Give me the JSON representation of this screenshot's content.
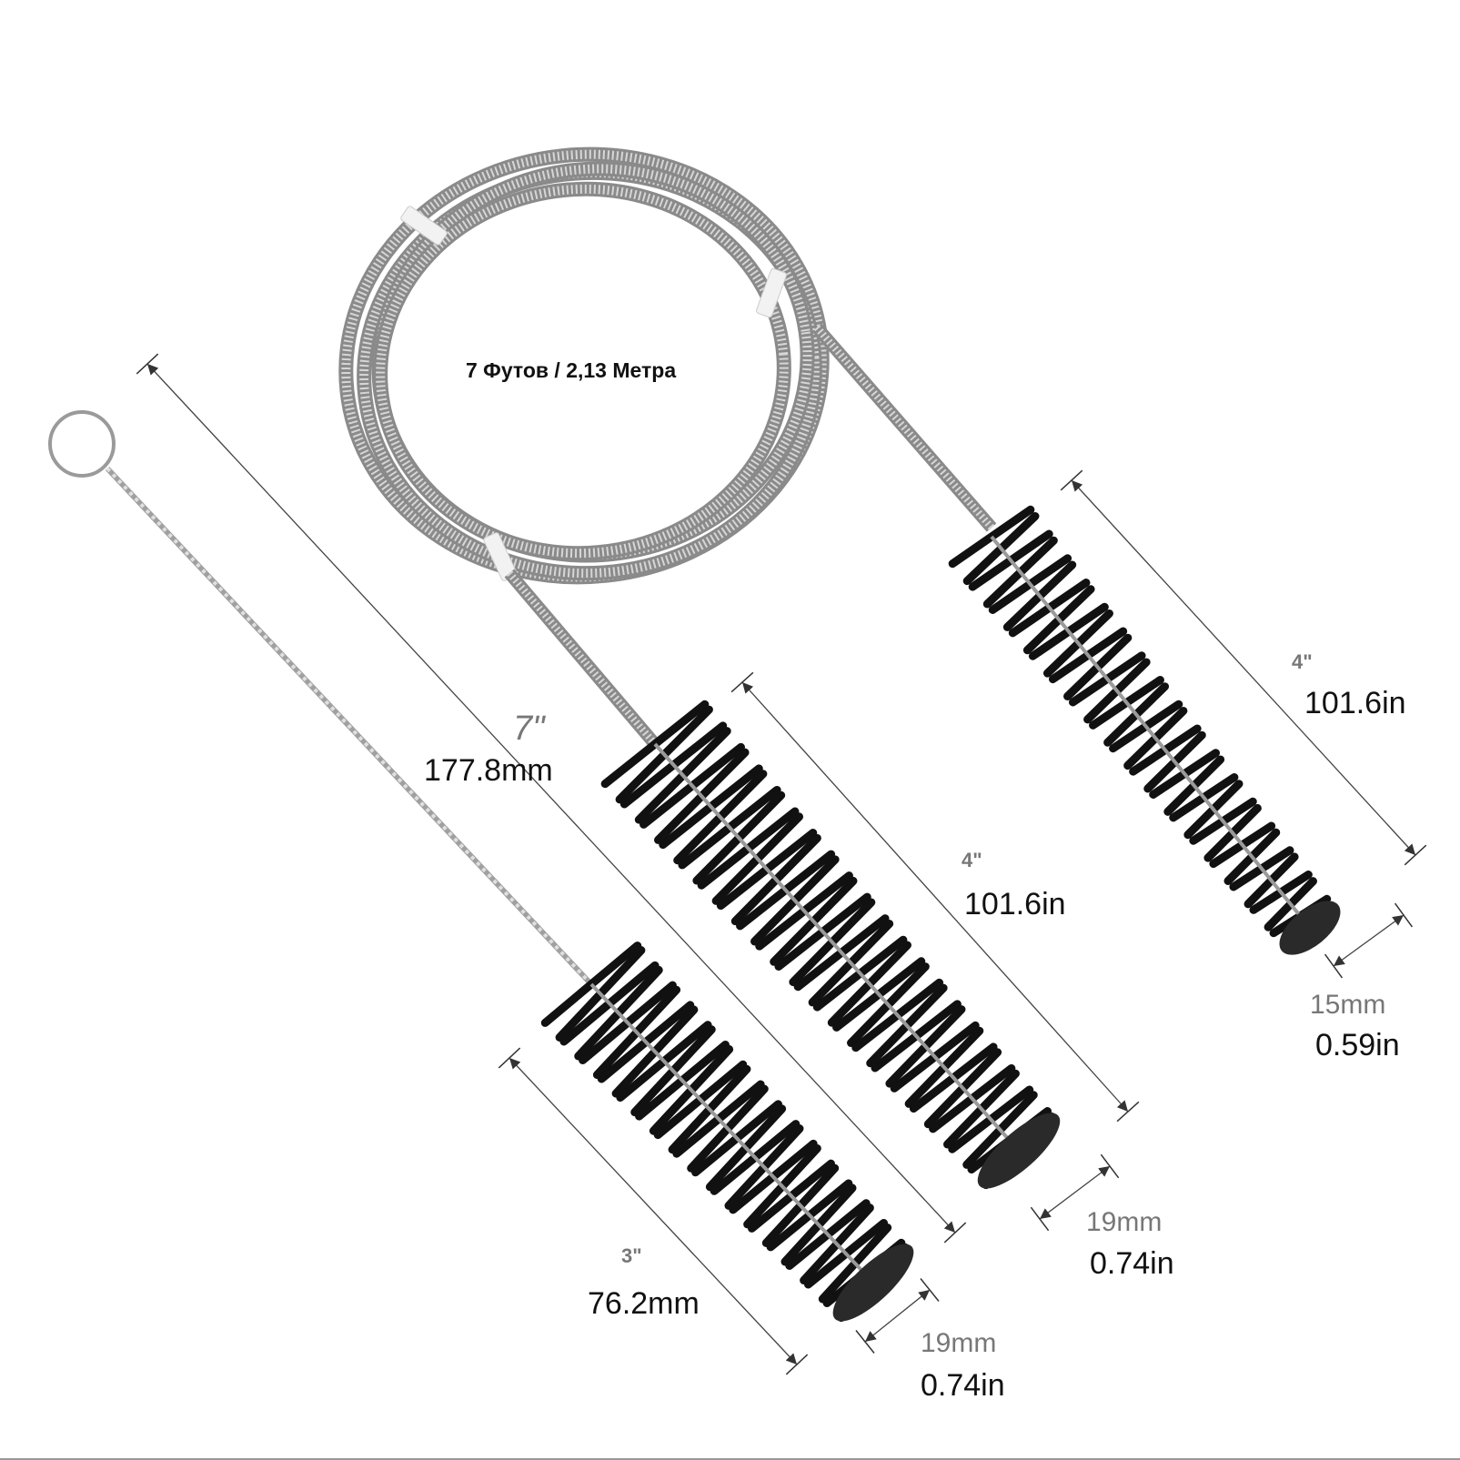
{
  "coil": {
    "label": "7 Футов  /  2,13 Метра"
  },
  "brushes": {
    "large": {
      "length_in": "4\"",
      "length_alt": "101.6in",
      "width_mm": "15mm",
      "width_in": "0.59in"
    },
    "medium": {
      "length_in": "4\"",
      "length_alt": "101.6in",
      "width_mm": "19mm",
      "width_in": "0.74in"
    },
    "small": {
      "overall_in": "7\"",
      "overall_mm": "177.8mm",
      "head_in": "3\"",
      "head_mm": "76.2mm",
      "width_mm": "19mm",
      "width_in": "0.74in"
    }
  },
  "colors": {
    "bristle": "#111111",
    "wire": "#9a9a9a",
    "dimension_line": "#444444",
    "tie": "#f2f2f2"
  }
}
